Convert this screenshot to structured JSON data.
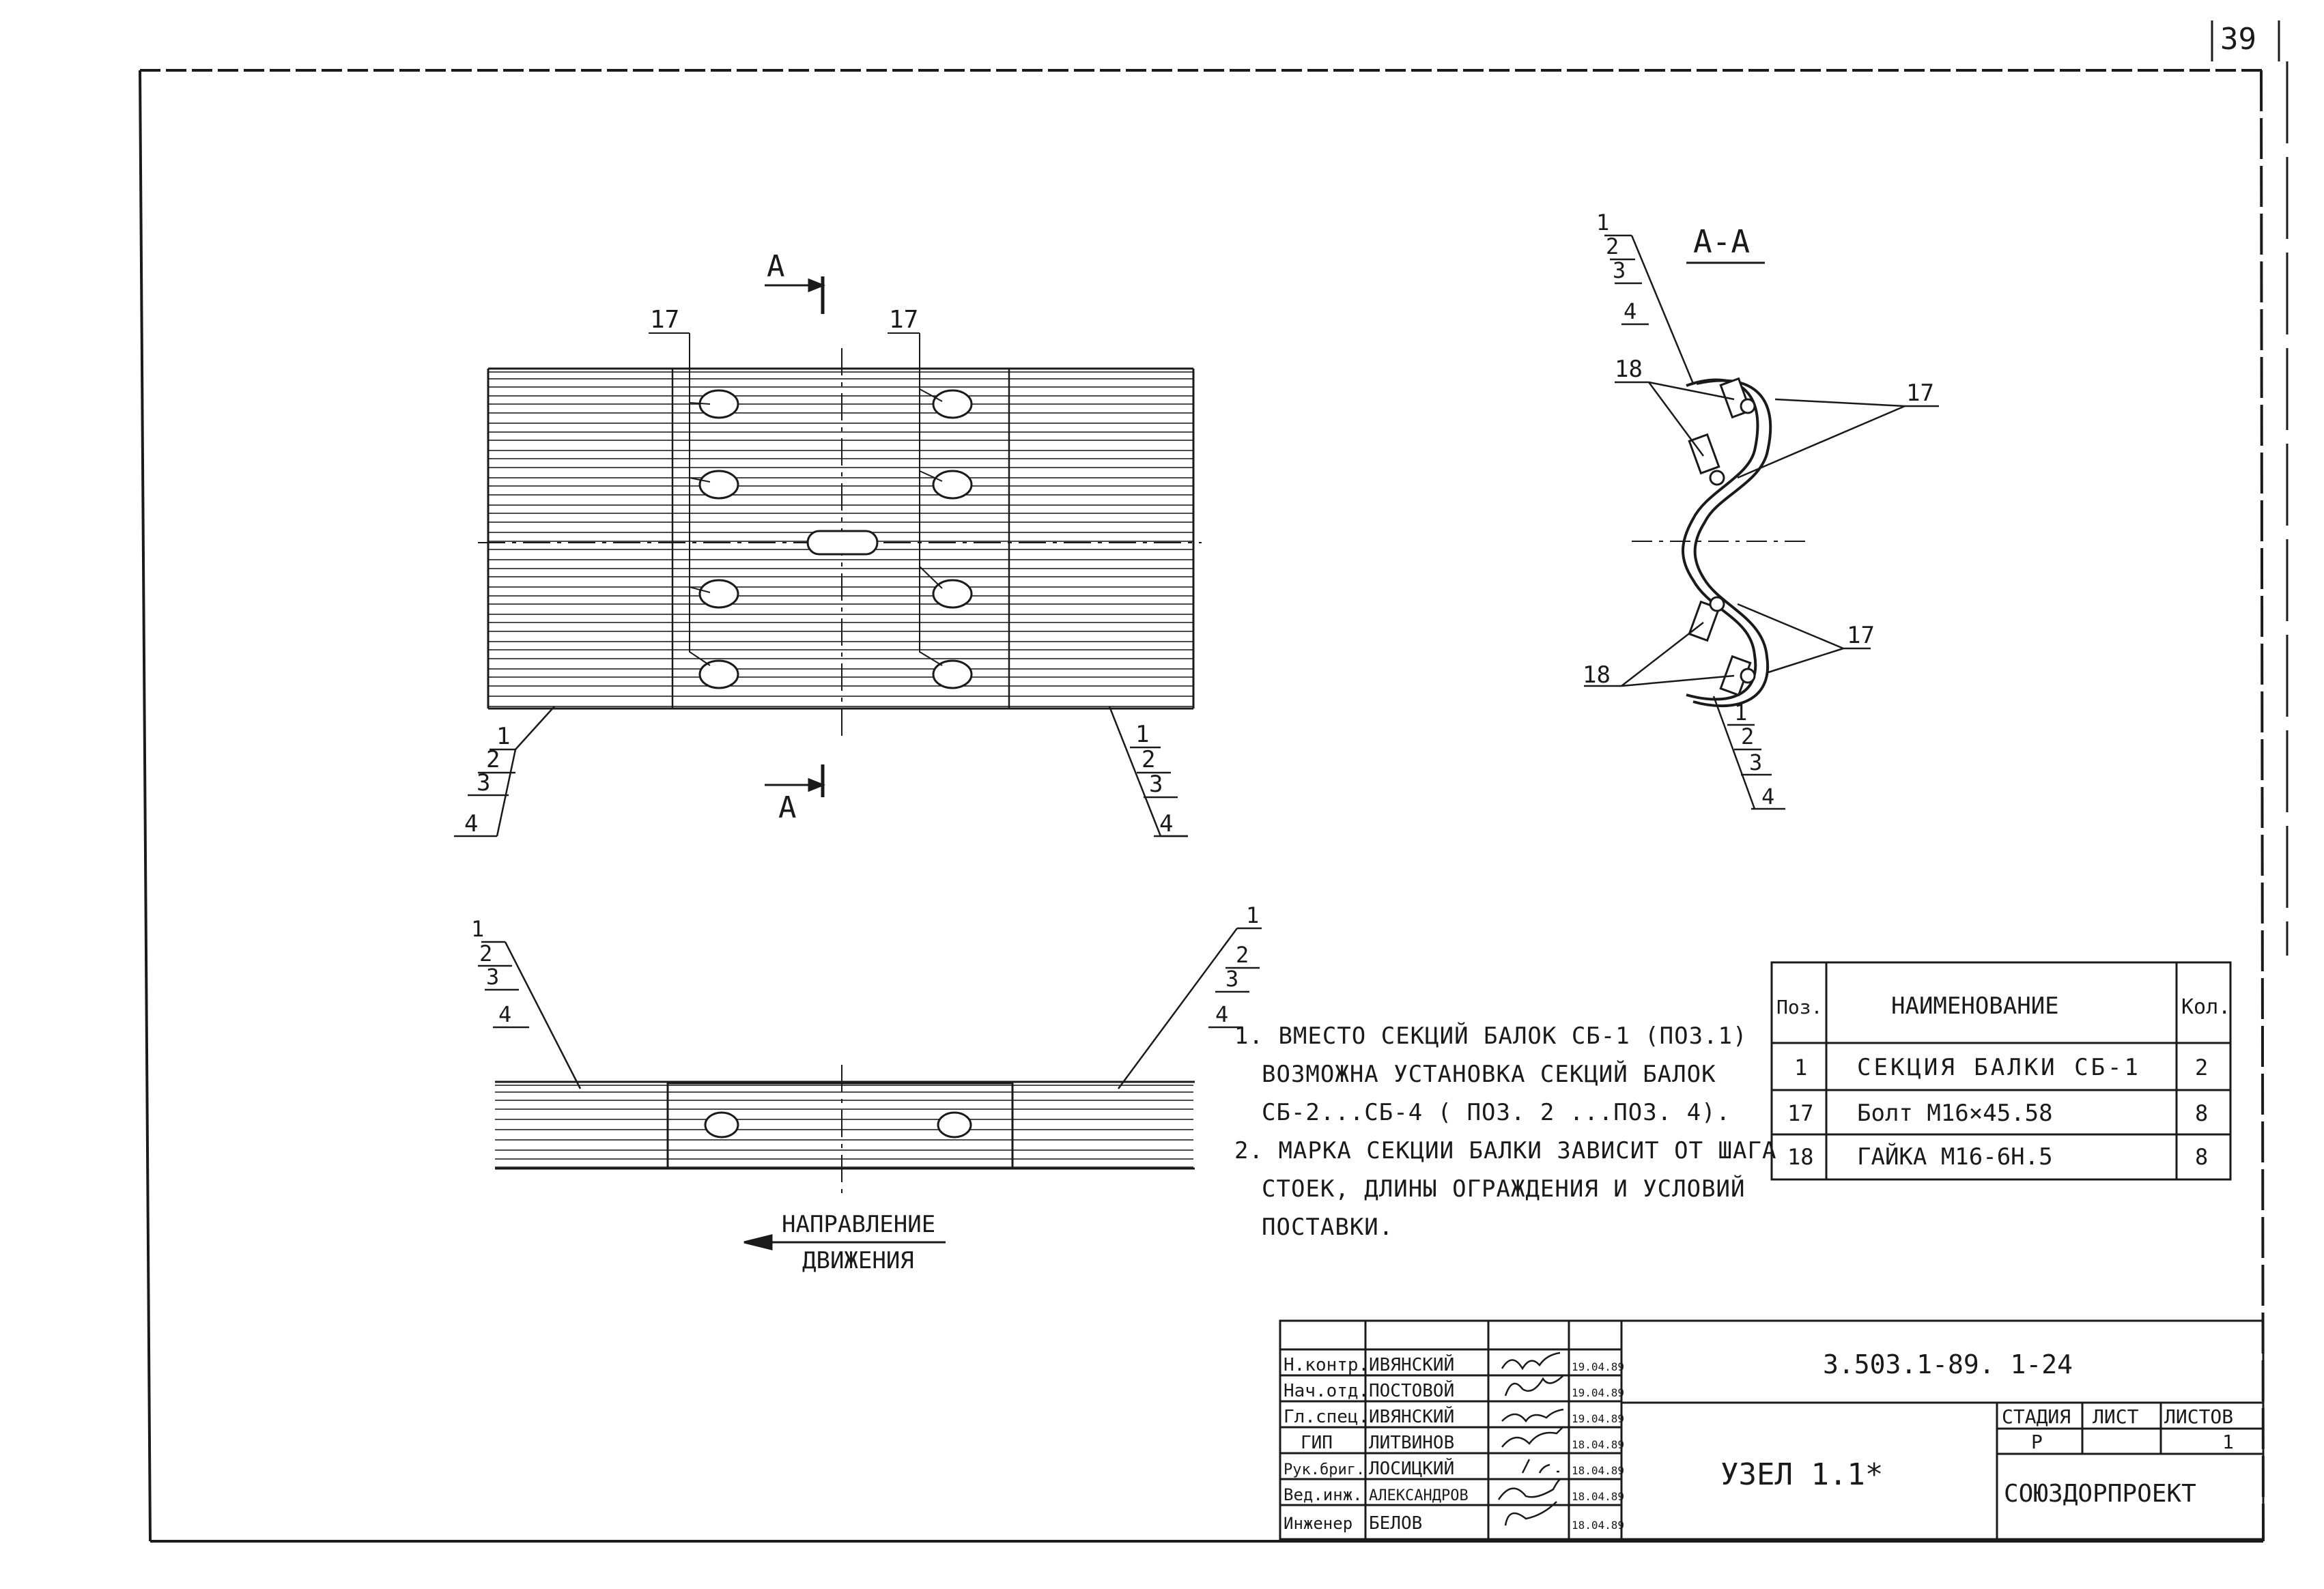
{
  "sheet_number": "39",
  "views": {
    "plan": {
      "section_mark_top": "А",
      "section_mark_bottom": "А",
      "bolt_label_left": "17",
      "bolt_label_right": "17",
      "layers_left": [
        "1",
        "2",
        "3",
        "4"
      ],
      "layers_right": [
        "1",
        "2",
        "3",
        "4"
      ]
    },
    "section": {
      "title": "А-А",
      "layers_top": [
        "1",
        "2",
        "3",
        "4"
      ],
      "layers_bottom": [
        "1",
        "2",
        "3",
        "4"
      ],
      "nut_label_top": "18",
      "bolt_label_top": "17",
      "nut_label_bottom": "18",
      "bolt_label_bottom": "17"
    },
    "side": {
      "layers_left": [
        "1",
        "2",
        "3",
        "4"
      ],
      "layers_right": [
        "1",
        "2",
        "3",
        "4"
      ],
      "direction_line1": "Направление",
      "direction_line2": "движения"
    }
  },
  "notes": [
    {
      "num": "1.",
      "text": "Вместо секций балок СБ-1 (поз.1)"
    },
    {
      "num": "",
      "text": "возможна установка секций балок"
    },
    {
      "num": "",
      "text": "СБ-2...СБ-4 ( поз. 2 ...поз. 4)."
    },
    {
      "num": "2.",
      "text": "Марка секции балки зависит от шага"
    },
    {
      "num": "",
      "text": "стоек, длины ограждения и условий"
    },
    {
      "num": "",
      "text": "поставки."
    }
  ],
  "spec_table": {
    "headers": {
      "pos": "Поз.",
      "name": "Наименование",
      "qty": "Кол."
    },
    "rows": [
      {
        "pos": "1",
        "name": "Секция балки СБ-1",
        "qty": "2"
      },
      {
        "pos": "17",
        "name": "Болт М16×45.58",
        "qty": "8"
      },
      {
        "pos": "18",
        "name": "Гайка М16-6Н.5",
        "qty": "8"
      }
    ]
  },
  "title_block": {
    "signatures": [
      {
        "role": "Н.контр.",
        "name": "Ивянский",
        "date": "19.04.89"
      },
      {
        "role": "Нач.отд.",
        "name": "Постовой",
        "date": "19.04.89"
      },
      {
        "role": "Гл.спец.",
        "name": "Ивянский",
        "date": "19.04.89"
      },
      {
        "role": "ГИП",
        "name": "Литвинов",
        "date": "18.04.89"
      },
      {
        "role": "Рук.бриг.",
        "name": "Лосицкий",
        "date": "18.04.89"
      },
      {
        "role": "Вед.инж.",
        "name": "Александров",
        "date": "18.04.89"
      },
      {
        "role": "Инженер",
        "name": "Белов",
        "date": "18.04.89"
      }
    ],
    "document_code": "3.503.1-89. 1-24",
    "drawing_title": "Узел 1.1*",
    "stage_label": "Стадия",
    "sheet_label": "Лист",
    "sheets_label": "Листов",
    "stage_value": "Р",
    "sheet_value": "",
    "sheets_value": "1",
    "organization": "Союздорпроект"
  }
}
